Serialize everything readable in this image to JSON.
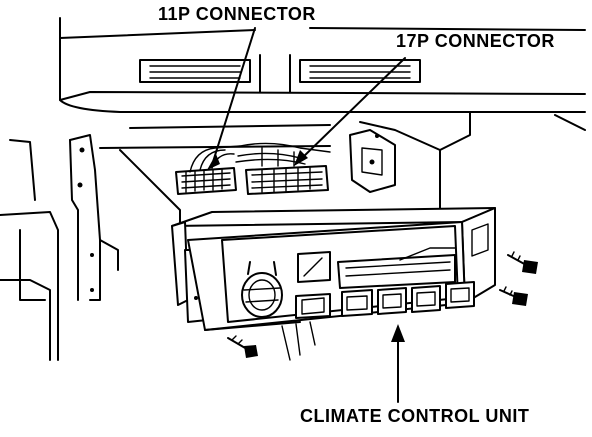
{
  "labels": {
    "connector_11p": "11P CONNECTOR",
    "connector_17p": "17P CONNECTOR",
    "climate_control_unit": "CLIMATE CONTROL UNIT"
  }
}
